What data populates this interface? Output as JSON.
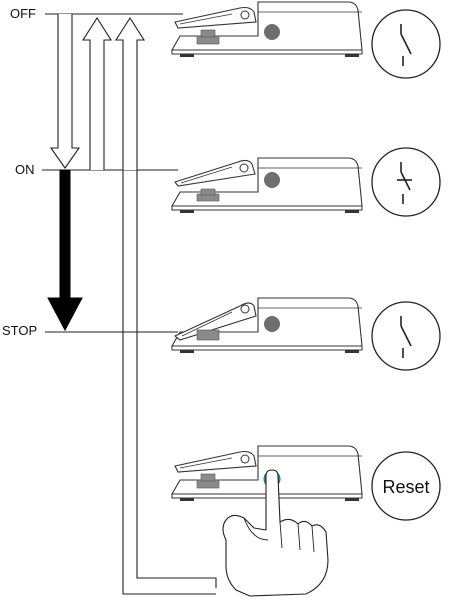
{
  "diagram": {
    "positions": {
      "off": "OFF",
      "on": "ON",
      "stop": "STOP"
    },
    "reset_label": "Reset",
    "colors": {
      "line": "#222222",
      "pedal_fill": "#ffffff",
      "pedal_stroke": "#333333",
      "plunger": "#8a8a8a",
      "dot": "#6e6e6e",
      "reset_button": "#2e8fd6",
      "arrow_fill": "#000000"
    },
    "icons": {
      "switch_open": "switch-open-icon",
      "switch_actuated": "switch-actuated-icon",
      "hand": "pointing-hand-icon"
    }
  }
}
